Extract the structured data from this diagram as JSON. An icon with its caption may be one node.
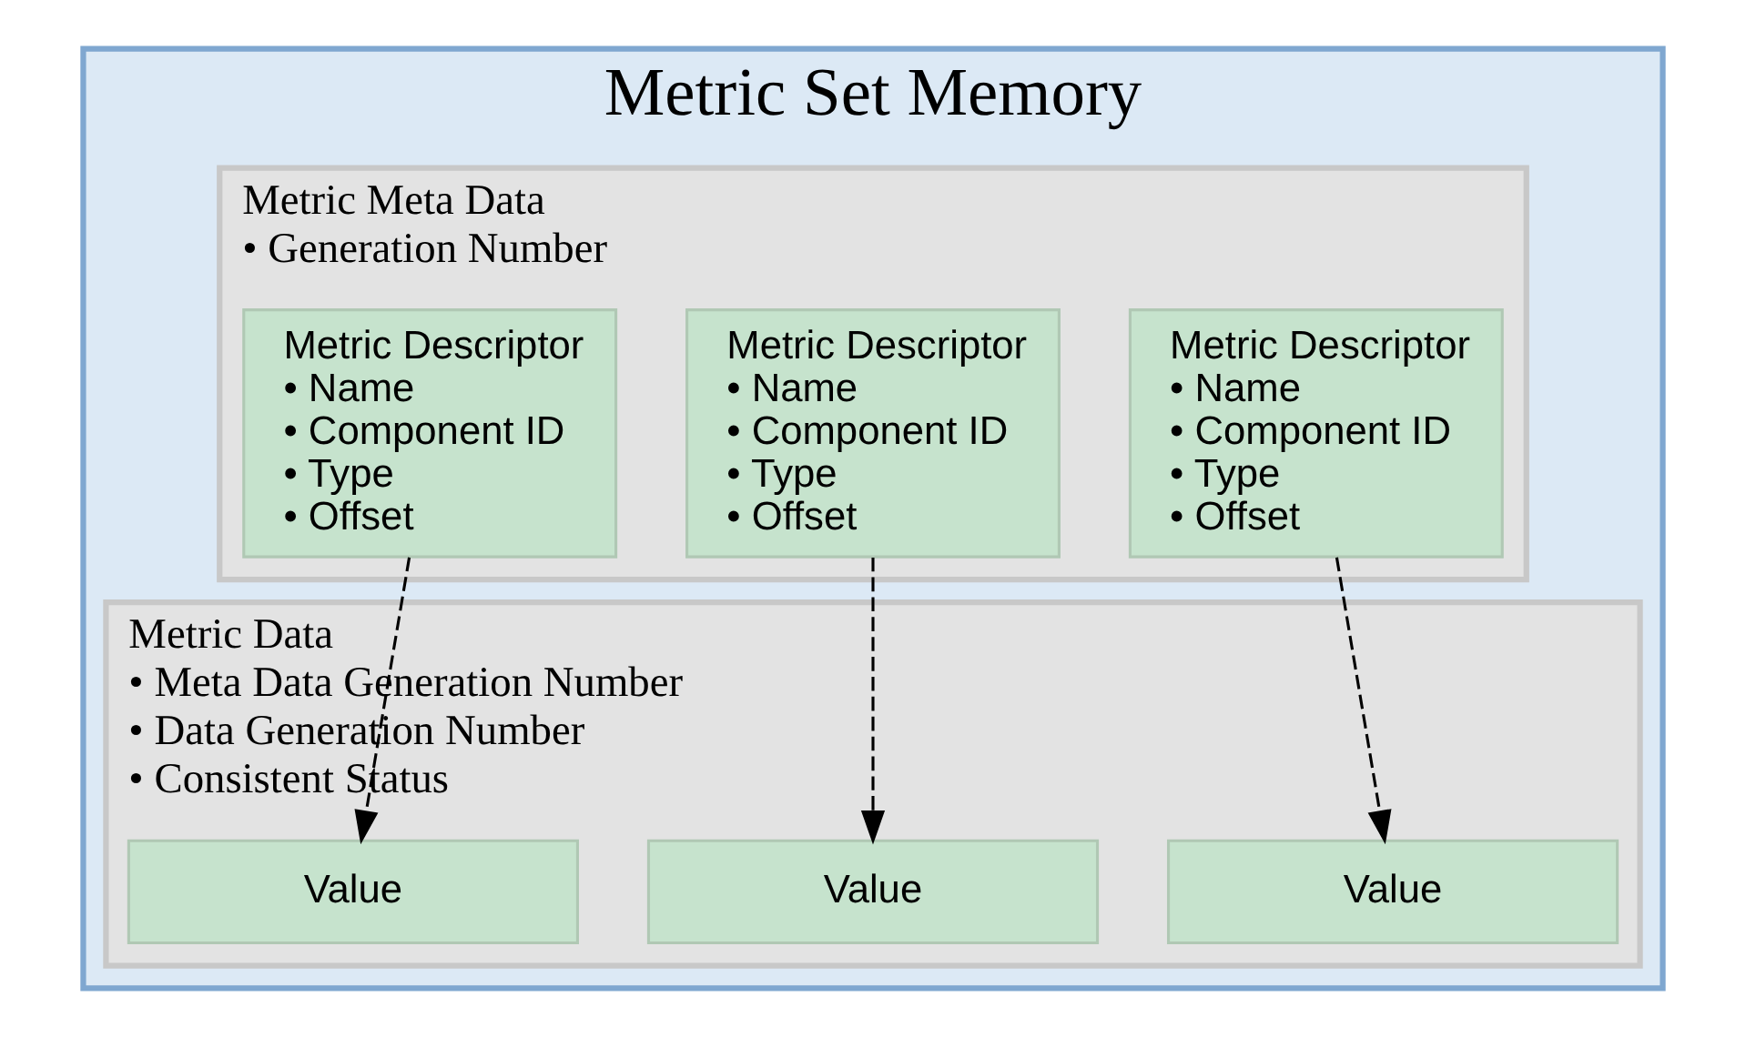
{
  "diagram": {
    "nodes": [
      {
        "text": [
          "Metric Set Memory"
        ]
      },
      {
        "text": [
          "Metric Meta Data",
          "• Generation Number"
        ],
        "in": 0
      },
      {
        "text": [
          "Metric Descriptor",
          "• Name",
          "• Component ID",
          "• Type",
          "• Offset"
        ],
        "in": 1
      },
      {
        "text": [
          "Metric Descriptor",
          "• Name",
          "• Component ID",
          "• Type",
          "• Offset"
        ],
        "in": 1
      },
      {
        "text": [
          "Metric Descriptor",
          "• Name",
          "• Component ID",
          "• Type",
          "• Offset"
        ],
        "in": 1
      },
      {
        "text": [
          "Metric Data",
          "• Meta Data Generation Number",
          "• Data Generation Number",
          "• Consistent Status"
        ],
        "in": 0
      },
      {
        "text": [
          "Value"
        ],
        "in": 5
      },
      {
        "text": [
          "Value"
        ],
        "in": 5
      },
      {
        "text": [
          "Value"
        ],
        "in": 5
      }
    ],
    "edges": [
      {
        "from": 2,
        "to": 6,
        "arrow": "to",
        "style": "dashed"
      },
      {
        "from": 3,
        "to": 7,
        "arrow": "to",
        "style": "dashed"
      },
      {
        "from": 4,
        "to": 8,
        "arrow": "to",
        "style": "dashed"
      }
    ]
  }
}
